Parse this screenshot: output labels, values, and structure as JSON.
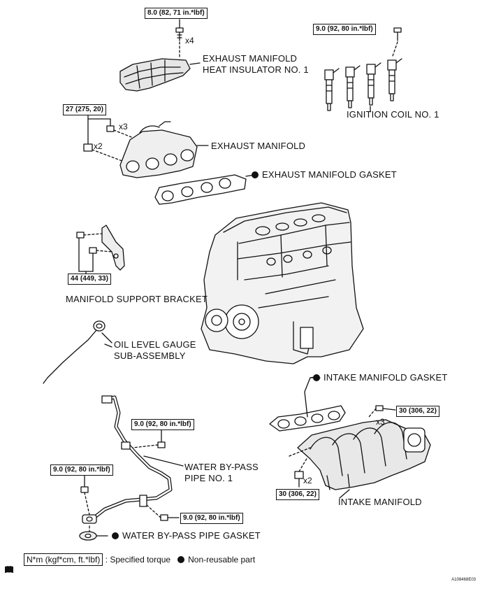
{
  "labels": {
    "exhaust_heat_insulator_line1": "EXHAUST MANIFOLD",
    "exhaust_heat_insulator_line2": "HEAT INSULATOR NO. 1",
    "ignition_coil": "IGNITION COIL NO. 1",
    "exhaust_manifold": "EXHAUST MANIFOLD",
    "exhaust_manifold_gasket": "EXHAUST  MANIFOLD  GASKET",
    "manifold_support_bracket": "MANIFOLD SUPPORT BRACKET",
    "oil_level_gauge_line1": "OIL LEVEL GAUGE",
    "oil_level_gauge_line2": "SUB-ASSEMBLY",
    "intake_manifold_gasket": "INTAKE MANIFOLD GASKET",
    "water_bypass_pipe_line1": "WATER BY-PASS",
    "water_bypass_pipe_line2": "PIPE NO. 1",
    "intake_manifold": "INTAKE MANIFOLD",
    "water_bypass_pipe_gasket": "WATER BY-PASS PIPE GASKET"
  },
  "torques": {
    "heat_insulator_bolt": "8.0 (82, 71 in.*lbf)",
    "ignition_coil_bolt": "9.0 (92, 80 in.*lbf)",
    "exhaust_manifold_nut": "27 (275, 20)",
    "support_bracket_bolt": "44 (449, 33)",
    "water_pipe_bolt_upper": "9.0 (92, 80 in.*lbf)",
    "water_pipe_bolt_left": "9.0 (92, 80 in.*lbf)",
    "water_pipe_bolt_lower": "9.0 (92, 80 in.*lbf)",
    "intake_manifold_bolt": "30 (306, 22)",
    "intake_manifold_nut": "30 (306, 22)"
  },
  "quantities": {
    "heat_insulator_bolts": "x4",
    "exhaust_manifold_bolts": "x3",
    "exhaust_manifold_nuts": "x2",
    "intake_manifold_bolts": "x3",
    "intake_manifold_nuts": "x2"
  },
  "legend": {
    "torque_unit": "N*m (kgf*cm, ft.*lbf)",
    "torque_desc": ": Specified torque",
    "nonreusable_desc": "Non-reusable part"
  },
  "figure_code": "A108468E03"
}
